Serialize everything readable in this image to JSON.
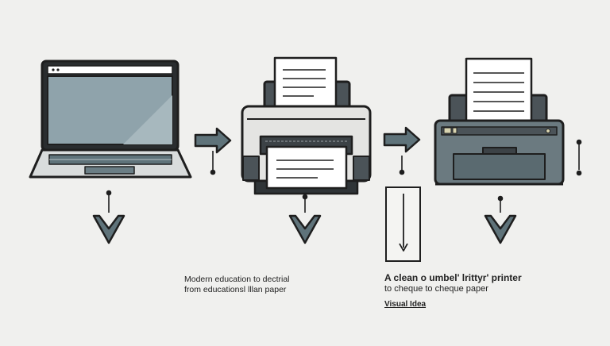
{
  "colors": {
    "background": "#f0f0ee",
    "outline": "#1e1e1e",
    "screen": "#8fa3ab",
    "slate": "#5f737a",
    "printer_body": "#e4e4e2",
    "printer_dark": "#4b5358",
    "paper": "#ffffff"
  },
  "icons": [
    "laptop-icon",
    "inkjet-printer-icon",
    "cheque-printer-icon"
  ],
  "captions": {
    "left": {
      "line1": "Modern education to dectrial",
      "line2": "from educationsl lllan paper"
    },
    "right": {
      "line1": "A clean o umbel' lrittyr' printer",
      "line2": "to cheque to cheque paper",
      "line3": "Visual Idea"
    }
  }
}
